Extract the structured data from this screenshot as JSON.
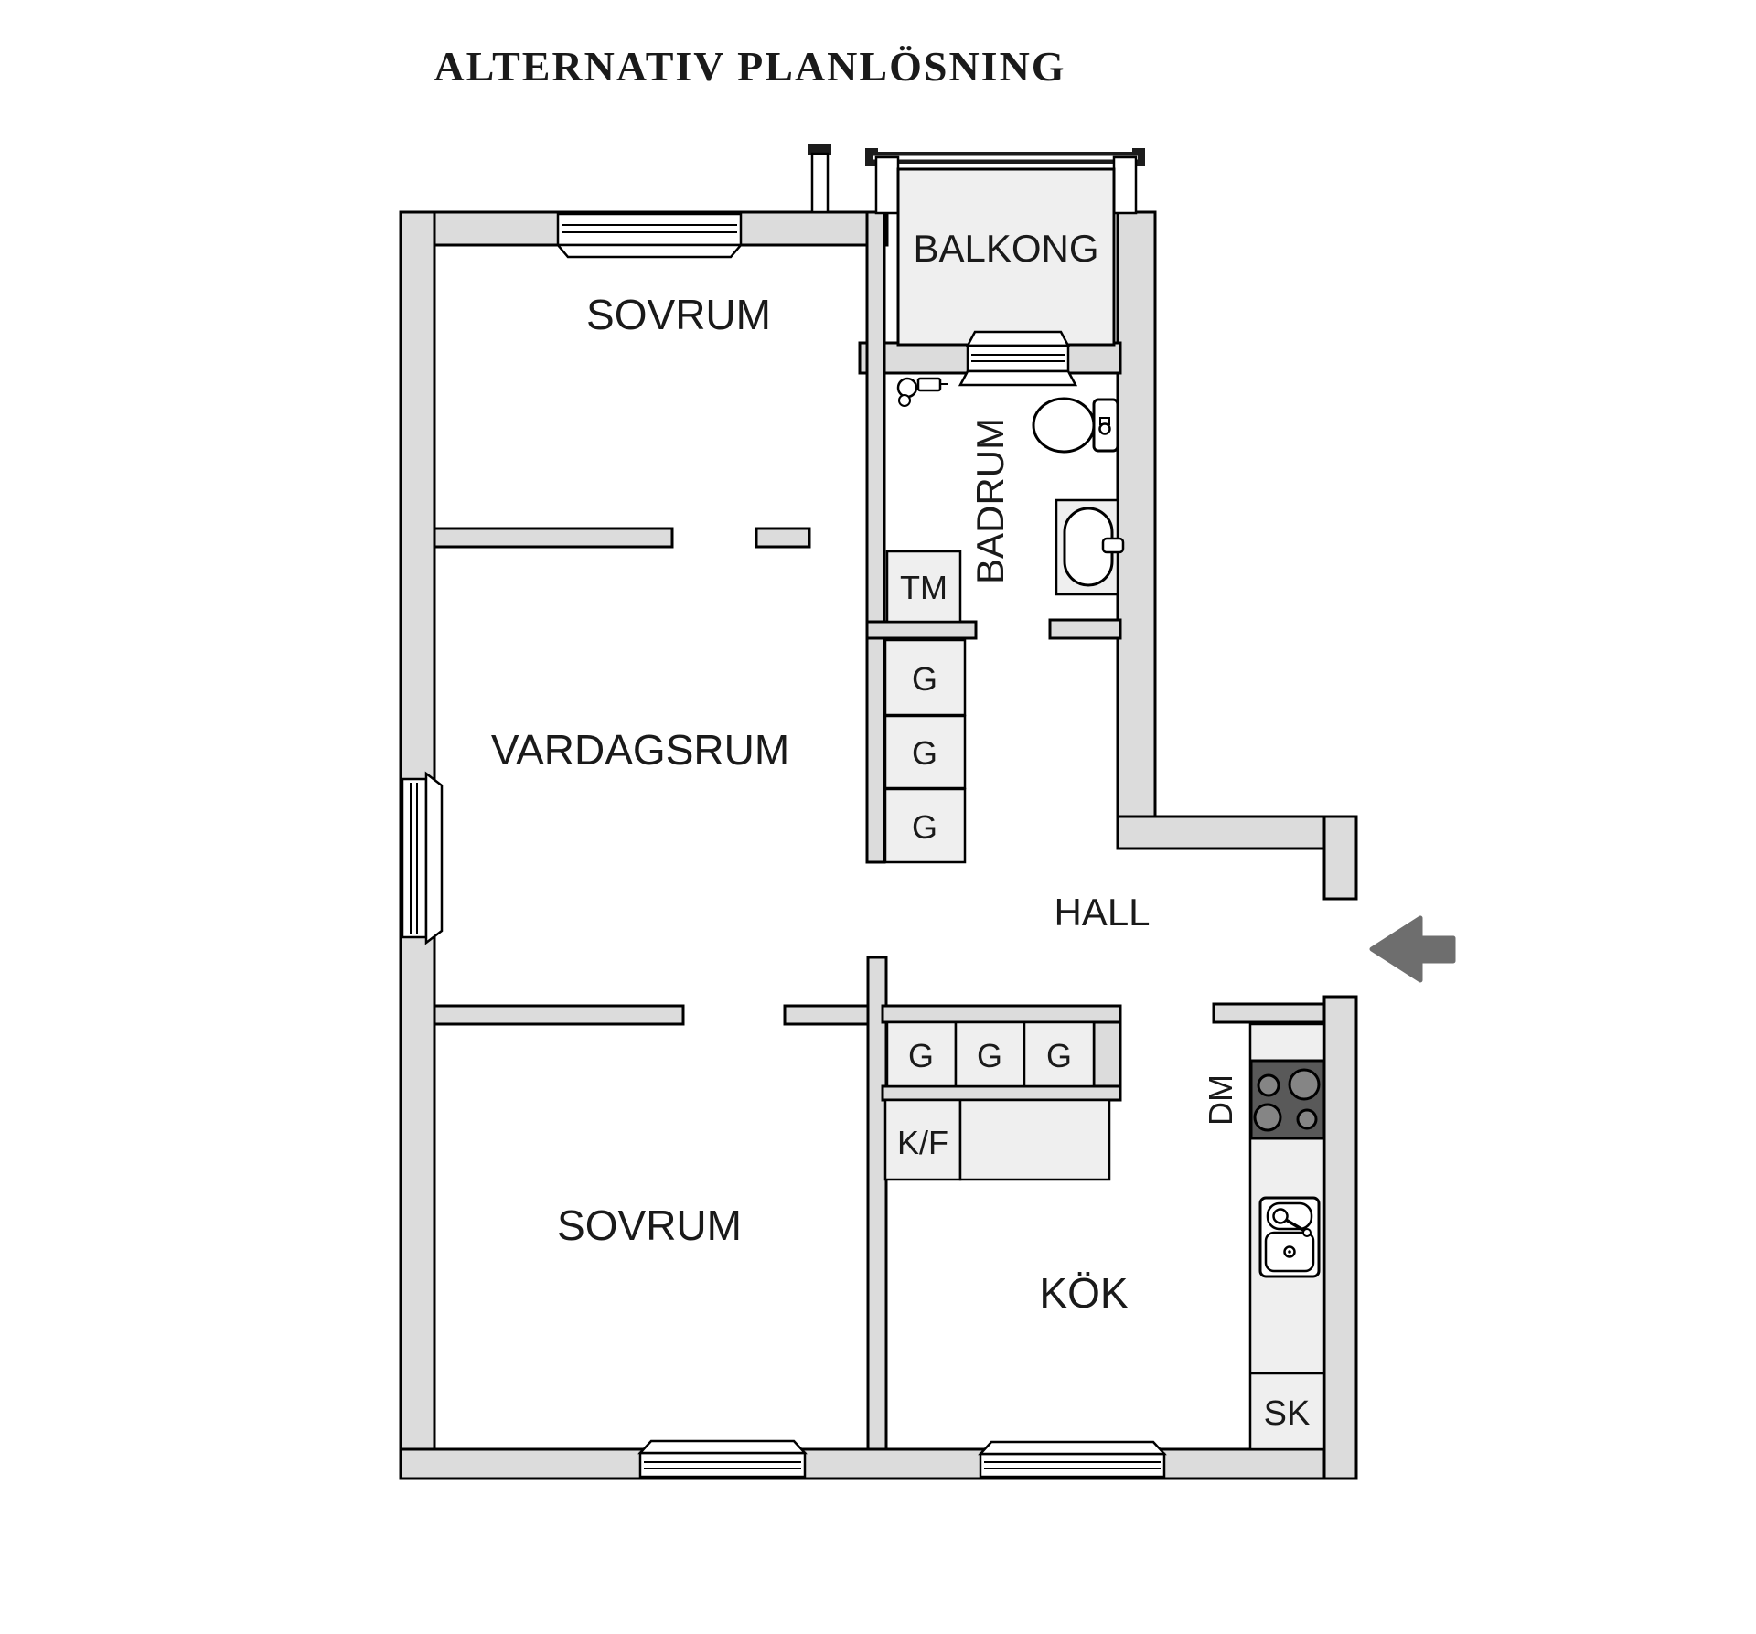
{
  "title": "ALTERNATIV PLANLÖSNING",
  "rooms": {
    "bedroom_top": "SOVRUM",
    "balcony": "BALKONG",
    "bathroom": "BADRUM",
    "living_room": "VARDAGSRUM",
    "hall": "HALL",
    "bedroom_bottom": "SOVRUM",
    "kitchen": "KÖK"
  },
  "fixtures": {
    "washing_machine": "TM",
    "wardrobe_column": [
      "G",
      "G",
      "G"
    ],
    "wardrobe_row": [
      "G",
      "G",
      "G"
    ],
    "fridge_freezer": "K/F",
    "dishwasher": "DM",
    "cabinet": "SK"
  },
  "colors": {
    "wall": "#dcdcdc",
    "floor_fixture": "#efefef",
    "outline": "#000000",
    "stove": "#595959",
    "burner": "#858585",
    "railing": "#1c1c1c",
    "arrow": "#6e6e6e",
    "text": "#1a1a1a",
    "background": "#ffffff"
  }
}
